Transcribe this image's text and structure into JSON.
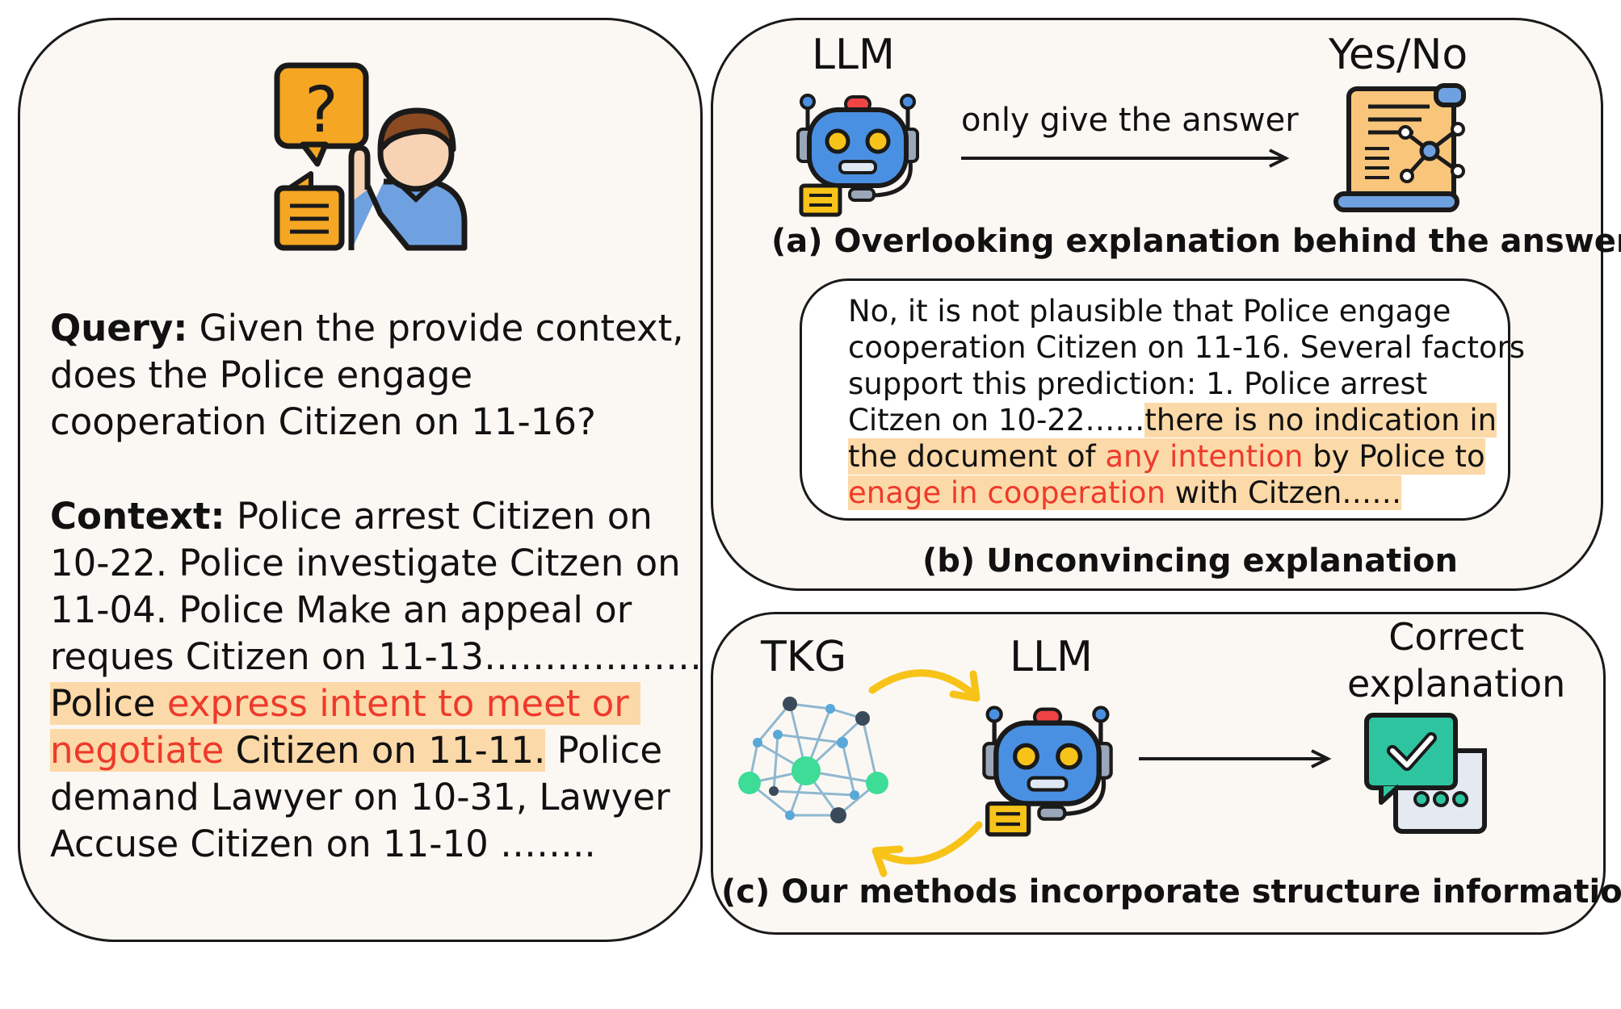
{
  "left_panel": {
    "query_label": "Query:",
    "query_lines": [
      " Given the provide context,",
      "does the Police engage",
      "cooperation Citizen on 11-16?"
    ],
    "context_label": "Context:",
    "context_line1": " Police arrest Citizen on",
    "context_line2": "10-22. Police investigate Citzen on",
    "context_line3": "11-04. Police Make an appeal or",
    "context_line4": "reques Citizen on 11-13………………",
    "hl1_a": "Police ",
    "hl1_b": "express intent to meet or",
    "hl2_a": "negotiate",
    "hl2_b": " Citizen on 11-11.",
    "context_line6_tail": " Police",
    "context_line7": "demand Lawyer on 10-31, Lawyer",
    "context_line8": "Accuse Citizen on 11-10   ……..",
    "icon": "person-with-question-icon"
  },
  "panel_a": {
    "llm_label": "LLM",
    "arrow_label": "only give the answer",
    "answer_label": "Yes/No",
    "caption": "(a) Overlooking explanation behind the answer",
    "robot_icon": "robot-icon",
    "doc_icon": "document-network-icon"
  },
  "panel_b": {
    "line1": "No,  it is not plausible that Police engage",
    "line2": "cooperation Citizen on 11-16. Several factors",
    "line3": "support this prediction: 1. Police arrest",
    "line4_a": "Citzen on 10-22……",
    "line4_b": "there is no indication in",
    "line5_a": "the document of ",
    "line5_b": "any intention",
    "line5_c": " by Police to",
    "line6_a": "enage in cooperation",
    "line6_b": " with Citzen……",
    "caption": "(b) Unconvincing explanation"
  },
  "panel_c": {
    "tkg_label": "TKG",
    "llm_label": "LLM",
    "result_label_1": "Correct",
    "result_label_2": "explanation",
    "caption": "(c) Our methods incorporate structure information",
    "graph_icon": "knowledge-graph-icon",
    "robot_icon": "robot-icon",
    "check_icon": "check-chat-icon"
  },
  "colors": {
    "panel_bg": "#fbf8f4",
    "highlight": "#fcd9a8",
    "red_text": "#ee3a2b",
    "arrow_yellow": "#f7c319",
    "robot_blue": "#4a90e2",
    "teal": "#2ec4a0"
  }
}
